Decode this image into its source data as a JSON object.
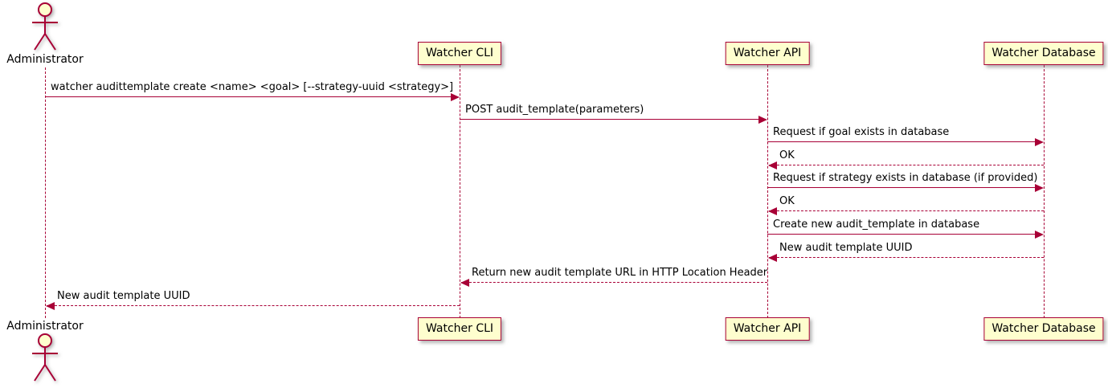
{
  "diagram": {
    "actor": {
      "label": "Administrator"
    },
    "participants": [
      {
        "id": "cli",
        "label": "Watcher CLI"
      },
      {
        "id": "api",
        "label": "Watcher API"
      },
      {
        "id": "db",
        "label": "Watcher Database"
      }
    ],
    "messages": [
      {
        "from": "admin",
        "to": "cli",
        "style": "solid",
        "label": "watcher audittemplate create <name> <goal> [--strategy-uuid <strategy>]"
      },
      {
        "from": "cli",
        "to": "api",
        "style": "solid",
        "label": "POST audit_template(parameters)"
      },
      {
        "from": "api",
        "to": "db",
        "style": "solid",
        "label": "Request if goal exists in database"
      },
      {
        "from": "db",
        "to": "api",
        "style": "dashed",
        "label": "OK"
      },
      {
        "from": "api",
        "to": "db",
        "style": "solid",
        "label": "Request if strategy exists in database (if provided)"
      },
      {
        "from": "db",
        "to": "api",
        "style": "dashed",
        "label": "OK"
      },
      {
        "from": "api",
        "to": "db",
        "style": "solid",
        "label": "Create new audit_template in database"
      },
      {
        "from": "db",
        "to": "api",
        "style": "dashed",
        "label": "New audit template UUID"
      },
      {
        "from": "api",
        "to": "cli",
        "style": "dashed",
        "label": "Return new audit template URL in HTTP Location Header"
      },
      {
        "from": "cli",
        "to": "admin",
        "style": "dashed",
        "label": "New audit template UUID"
      }
    ],
    "colors": {
      "line": "#A80036",
      "fill": "#FEFECE",
      "text": "#000000"
    }
  }
}
